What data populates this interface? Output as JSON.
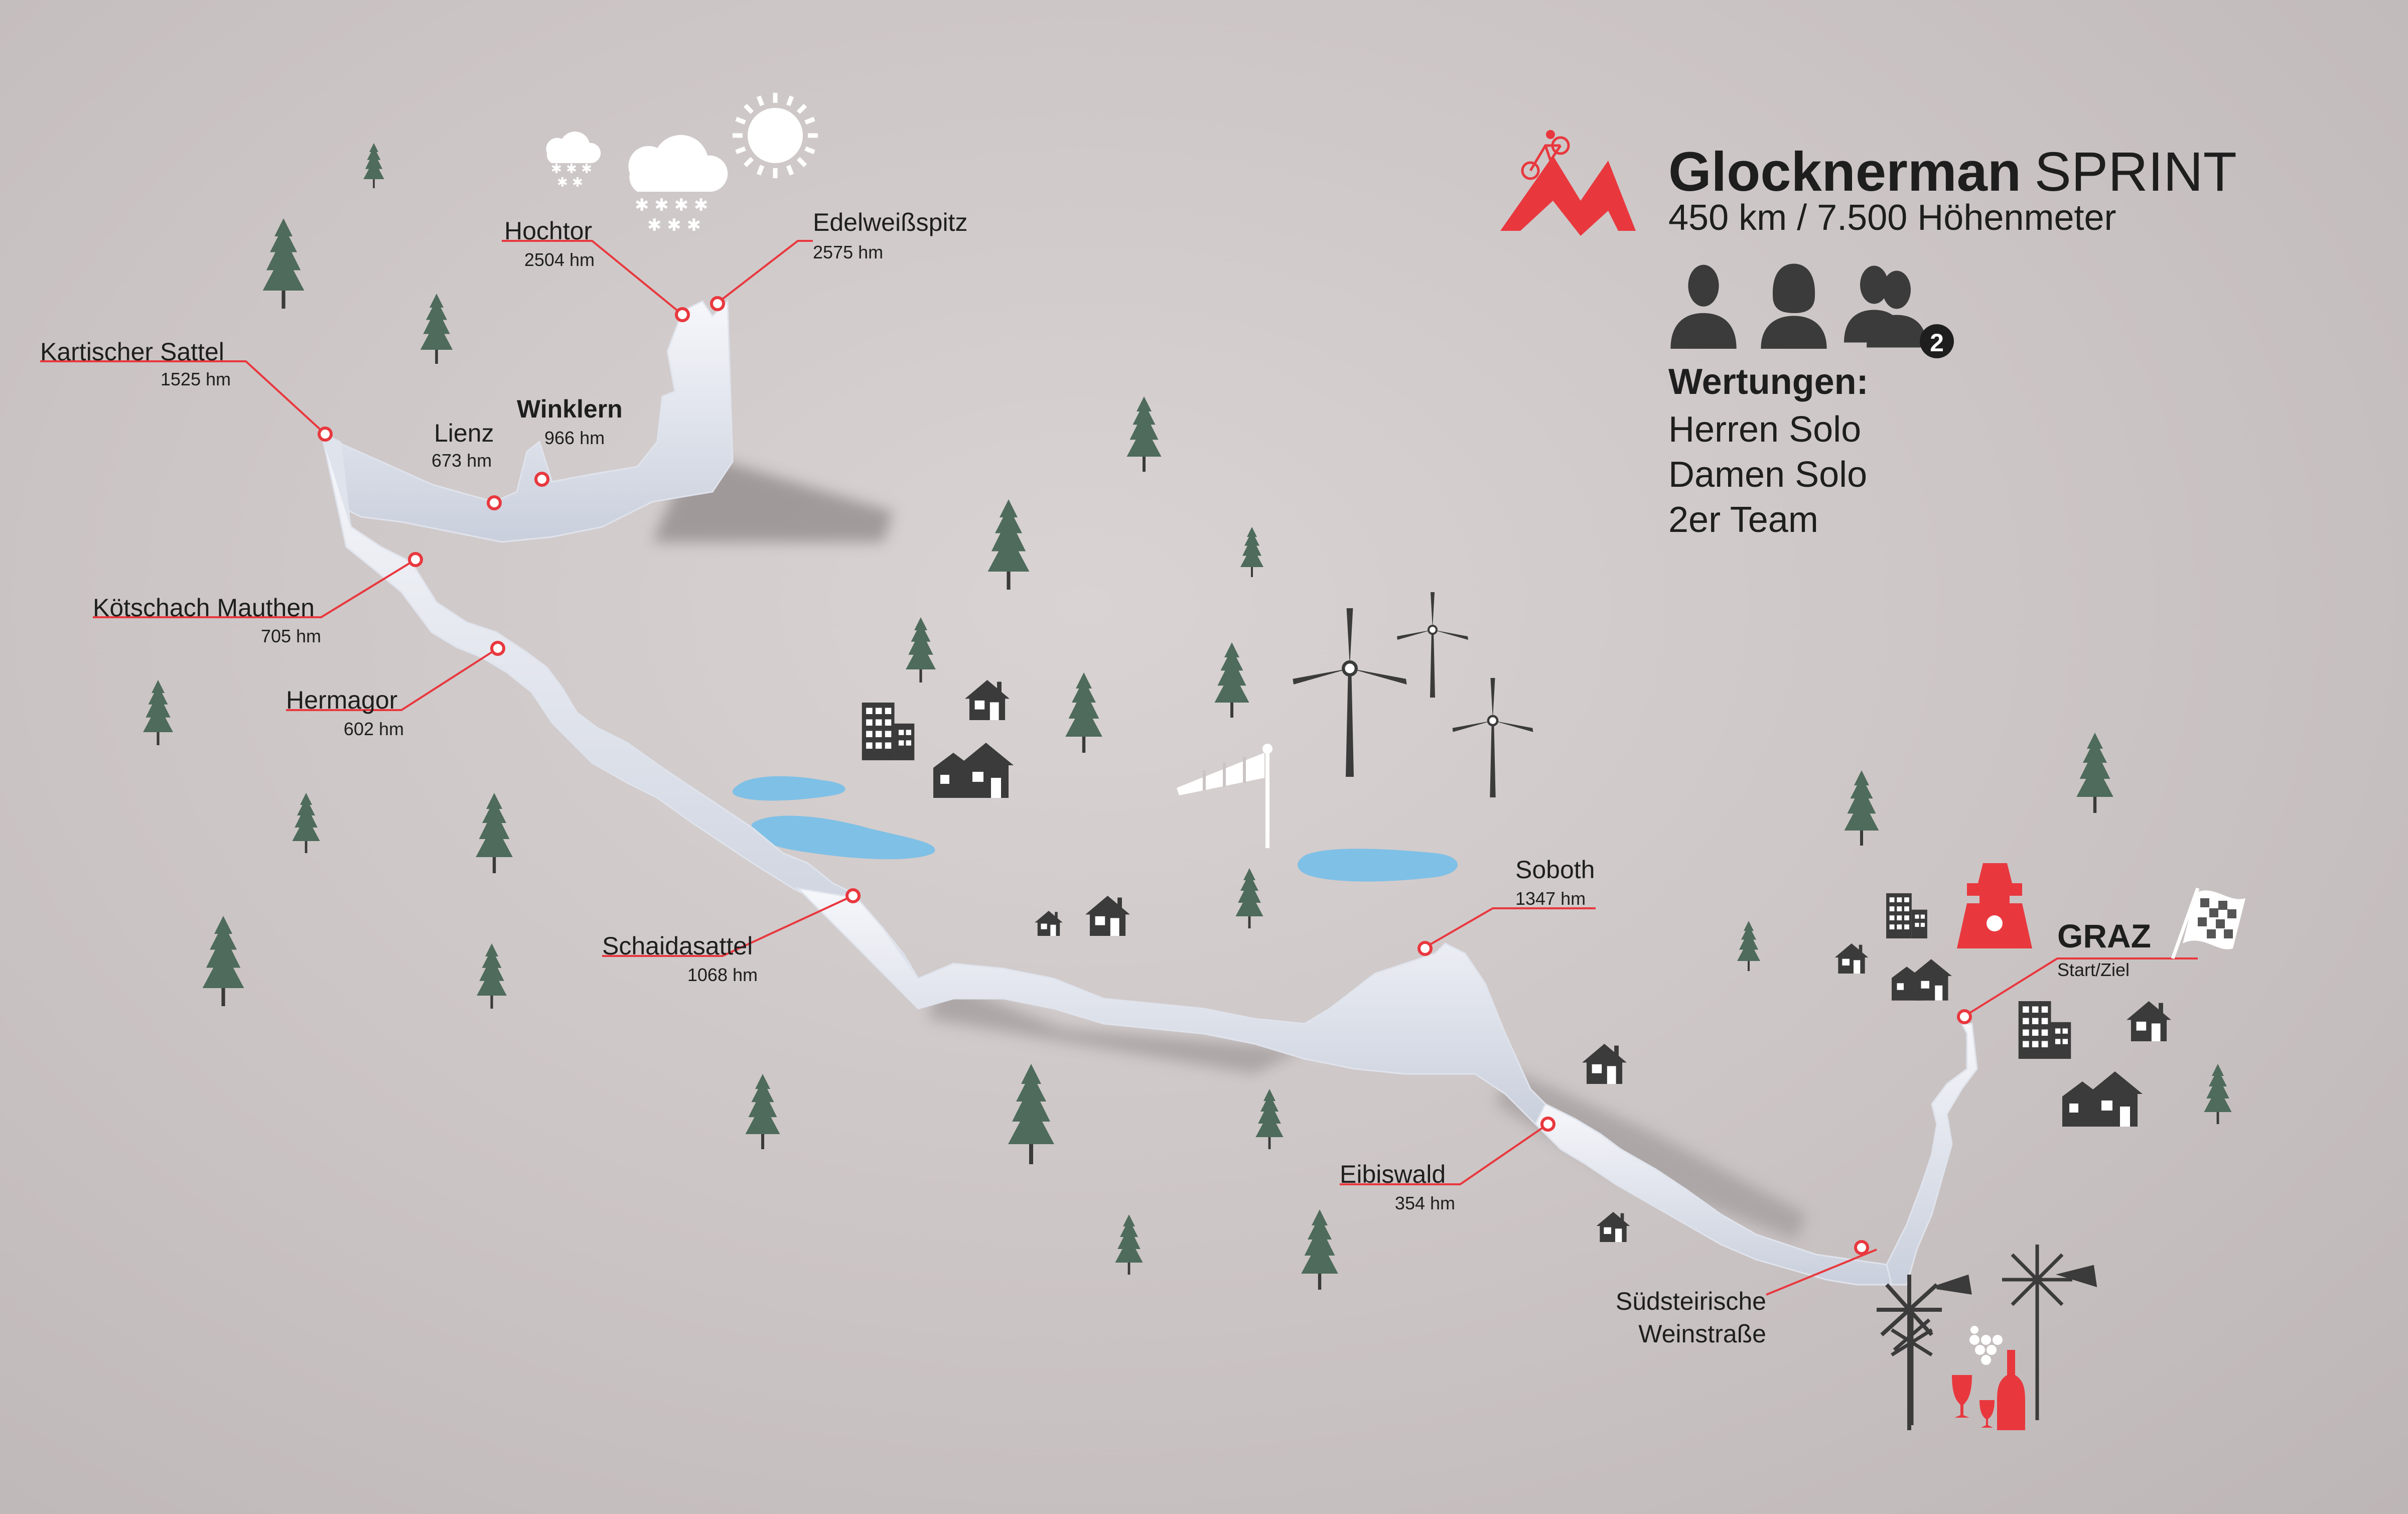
{
  "title": {
    "name": "Glocknerman",
    "suffix": "SPRINT",
    "subtitle": "450 km / 7.500 Höhenmeter"
  },
  "ratings": {
    "heading": "Wertungen:",
    "team_badge": "2",
    "items": [
      "Herren Solo",
      "Damen Solo",
      "2er Team"
    ]
  },
  "waypoints": {
    "kartischer": {
      "name": "Kartischer Sattel",
      "alt": "1525 hm"
    },
    "hochtor": {
      "name": "Hochtor",
      "alt": "2504 hm"
    },
    "edelweiss": {
      "name": "Edelweißspitz",
      "alt": "2575 hm"
    },
    "lienz": {
      "name": "Lienz",
      "alt": "673 hm"
    },
    "winklern": {
      "name": "Winklern",
      "alt": "966 hm"
    },
    "koetschach": {
      "name": "Kötschach Mauthen",
      "alt": "705 hm"
    },
    "hermagor": {
      "name": "Hermagor",
      "alt": "602 hm"
    },
    "schaidasattel": {
      "name": "Schaidasattel",
      "alt": "1068 hm"
    },
    "soboth": {
      "name": "Soboth",
      "alt": "1347 hm"
    },
    "eibiswald": {
      "name": "Eibiswald",
      "alt": "354 hm"
    },
    "weinstrasse": {
      "name1": "Südsteirische",
      "name2": "Weinstraße"
    },
    "graz": {
      "name": "GRAZ",
      "alt": "Start/Ziel"
    }
  },
  "colors": {
    "accent": "#e8383e",
    "dark": "#3b3b3b",
    "lake": "#7fc0e6",
    "tree": "#4e6b5b",
    "profile": "#e8ebf3"
  },
  "icons": [
    "logo-mountain-cyclist-icon",
    "person-icon",
    "person-female-icon",
    "team-icon",
    "cloud-snow-icon",
    "sun-icon",
    "wind-turbine-icon",
    "windsock-icon",
    "house-icon",
    "building-icon",
    "tree-icon",
    "checkered-flag-icon",
    "landmark-tower-icon",
    "wine-bottle-icon",
    "windmill-icon"
  ]
}
